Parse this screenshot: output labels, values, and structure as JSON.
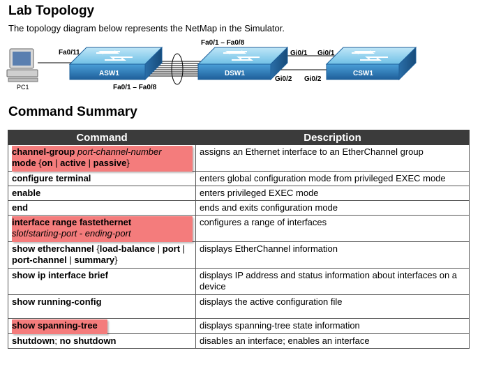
{
  "section1": {
    "title": "Lab Topology",
    "intro": "The topology diagram below represents the NetMap in the Simulator."
  },
  "topology": {
    "pc": "PC1",
    "switches": [
      "ASW1",
      "DSW1",
      "CSW1"
    ],
    "labels": {
      "pc_port": "Fa0/11",
      "asw_bundle": "Fa0/1 – Fa0/8",
      "dsw_bundle": "Fa0/1 – Fa0/8",
      "dsw_gi1": "Gi0/1",
      "dsw_gi2": "Gi0/2",
      "csw_gi1": "Gi0/1",
      "csw_gi2": "Gi0/2"
    }
  },
  "section2": {
    "title": "Command Summary",
    "headers": {
      "command": "Command",
      "description": "Description"
    },
    "rows": [
      {
        "parts": [
          {
            "t": "channel-group ",
            "s": "b"
          },
          {
            "t": "port-channel-number",
            "s": "i"
          },
          {
            "t": " mode ",
            "s": "b"
          },
          {
            "t": "{",
            "s": "n"
          },
          {
            "t": "on",
            "s": "b"
          },
          {
            "t": " | ",
            "s": "n"
          },
          {
            "t": "active",
            "s": "b"
          },
          {
            "t": " | ",
            "s": "n"
          },
          {
            "t": "passive",
            "s": "b"
          },
          {
            "t": "}",
            "s": "n"
          }
        ],
        "highlight": true,
        "description": "assigns an Ethernet interface to an EtherChannel group"
      },
      {
        "parts": [
          {
            "t": "configure terminal",
            "s": "b"
          }
        ],
        "highlight": false,
        "description": "enters global configuration mode from privileged EXEC mode"
      },
      {
        "parts": [
          {
            "t": "enable",
            "s": "b"
          }
        ],
        "highlight": false,
        "description": "enters privileged EXEC mode"
      },
      {
        "parts": [
          {
            "t": "end",
            "s": "b"
          }
        ],
        "highlight": false,
        "description": "ends and exits configuration mode"
      },
      {
        "parts": [
          {
            "t": "interface range fastethernet ",
            "s": "b"
          },
          {
            "t": "slot",
            "s": "i"
          },
          {
            "t": "/",
            "s": "n"
          },
          {
            "t": "starting-port",
            "s": "i"
          },
          {
            "t": " - ",
            "s": "n"
          },
          {
            "t": "ending-port",
            "s": "i"
          }
        ],
        "highlight": true,
        "description": "configures a range of interfaces"
      },
      {
        "parts": [
          {
            "t": "show etherchannel ",
            "s": "b"
          },
          {
            "t": "{",
            "s": "n"
          },
          {
            "t": "load-balance",
            "s": "b"
          },
          {
            "t": " | ",
            "s": "n"
          },
          {
            "t": "port",
            "s": "b"
          },
          {
            "t": " | ",
            "s": "n"
          },
          {
            "t": "port-channel",
            "s": "b"
          },
          {
            "t": " | ",
            "s": "n"
          },
          {
            "t": "summary",
            "s": "b"
          },
          {
            "t": "}",
            "s": "n"
          }
        ],
        "highlight": false,
        "description": "displays EtherChannel information"
      },
      {
        "parts": [
          {
            "t": "show ip interface brief",
            "s": "b"
          }
        ],
        "highlight": false,
        "description": "displays IP address and status information about interfaces on a device"
      },
      {
        "parts": [
          {
            "t": "show running-config",
            "s": "b"
          }
        ],
        "highlight": false,
        "description": "displays the active configuration file"
      },
      {
        "parts": [
          {
            "t": "show spanning-tree",
            "s": "b"
          }
        ],
        "highlight": true,
        "description": "displays spanning-tree state information"
      },
      {
        "parts": [
          {
            "t": "shutdown",
            "s": "b"
          },
          {
            "t": "; ",
            "s": "n"
          },
          {
            "t": "no shutdown",
            "s": "b"
          }
        ],
        "highlight": false,
        "description": "disables an interface; enables an interface"
      }
    ]
  },
  "colors": {
    "header_bg": "#3b3b3b",
    "highlight": "#f47c7c",
    "switch_top": "#8fd0ee",
    "switch_front": "#2f7fc1"
  }
}
